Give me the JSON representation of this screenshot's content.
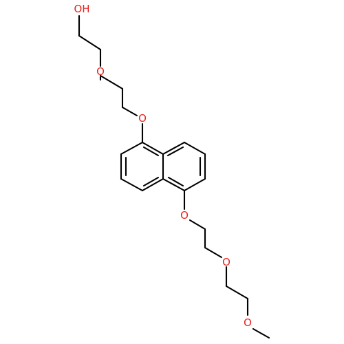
{
  "molecule": {
    "labels": {
      "hydroxyl": "OH",
      "ether_o1": "O",
      "aryl_ether_o_top": "O",
      "aryl_ether_o_bottom": "O",
      "ether_o2": "O",
      "methoxy_o": "O"
    },
    "colors": {
      "bond": "#000000",
      "heteroatom": "#e8231f",
      "background": "#ffffff"
    }
  }
}
